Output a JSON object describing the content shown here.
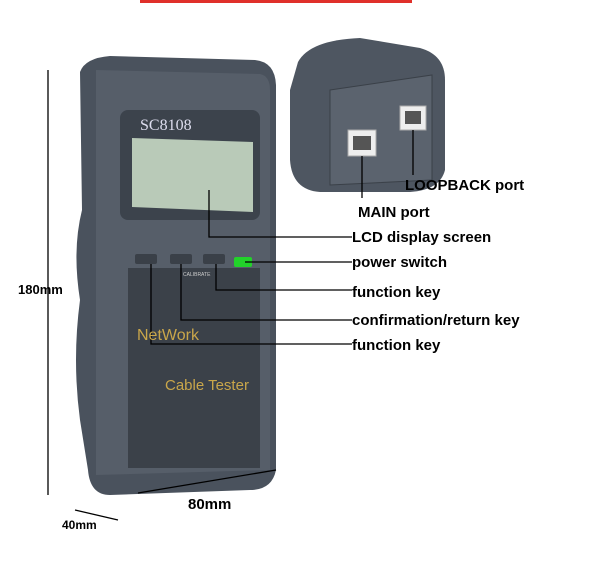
{
  "device": {
    "model": "SC8108",
    "brand_line1": "NetWork",
    "brand_line2": "Cable Tester",
    "button_group_label": "CALIBRATE"
  },
  "callouts": {
    "loopback": "LOOPBACK port",
    "main": "MAIN port",
    "lcd": "LCD display screen",
    "power": "power switch",
    "function1": "function key",
    "confirm": "confirmation/return key",
    "function2": "function key"
  },
  "dimensions": {
    "height": "180mm",
    "width": "80mm",
    "depth": "40mm"
  },
  "colors": {
    "body": "#4a525d",
    "lcd": "#b9cab8",
    "power": "#22d22a",
    "brand": "#c9a64a",
    "banner": "#e0302a"
  }
}
